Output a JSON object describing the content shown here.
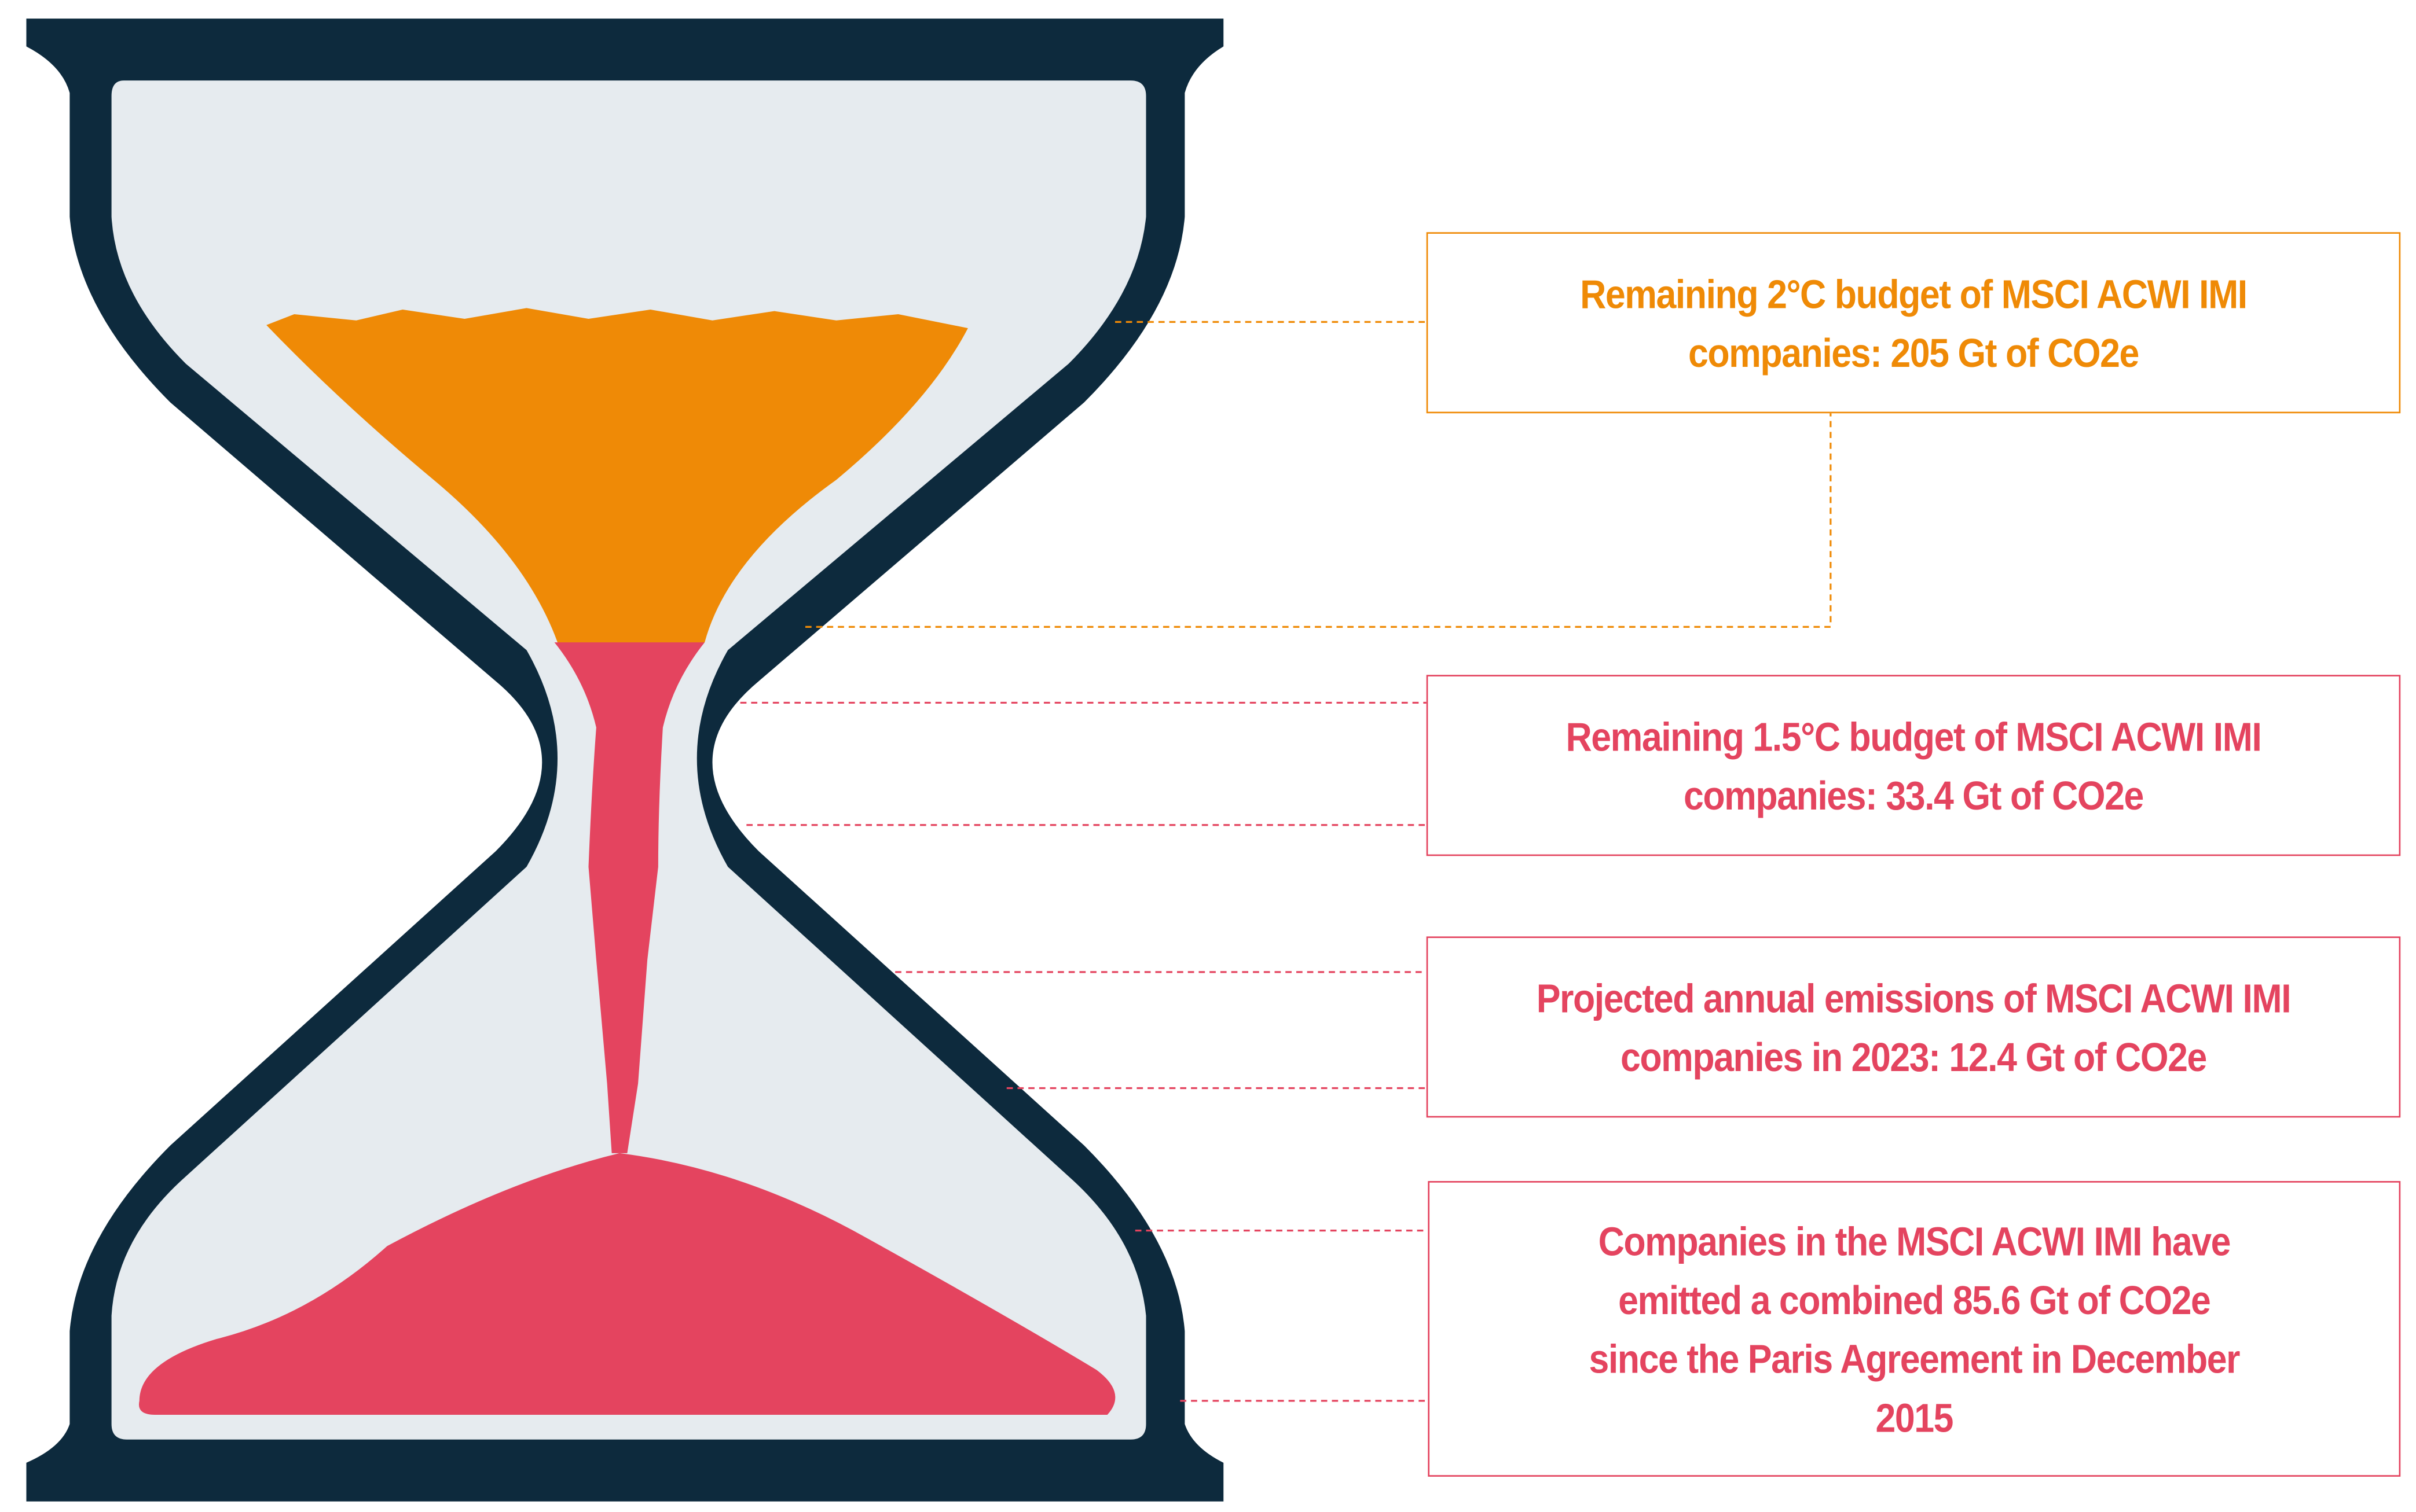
{
  "colors": {
    "frame": "#0d2a3d",
    "glass": "#e6ebef",
    "orange": "#ef8a06",
    "red": "#e4445f"
  },
  "callouts": [
    {
      "text": "Remaining 2°C budget of MSCI ACWI IMI companies: 205 Gt of CO2e",
      "color": "orange"
    },
    {
      "text": "Remaining 1.5°C budget of MSCI ACWI IMI companies: 33.4 Gt of CO2e",
      "color": "red"
    },
    {
      "text": "Projected annual emissions of MSCI ACWI IMI companies in 2023: 12.4 Gt of CO2e",
      "color": "red"
    },
    {
      "text": "Companies in the MSCI ACWI IMI have emitted a combined 85.6 Gt of CO2e since the Paris Agreement in December 2015",
      "color": "red"
    }
  ]
}
